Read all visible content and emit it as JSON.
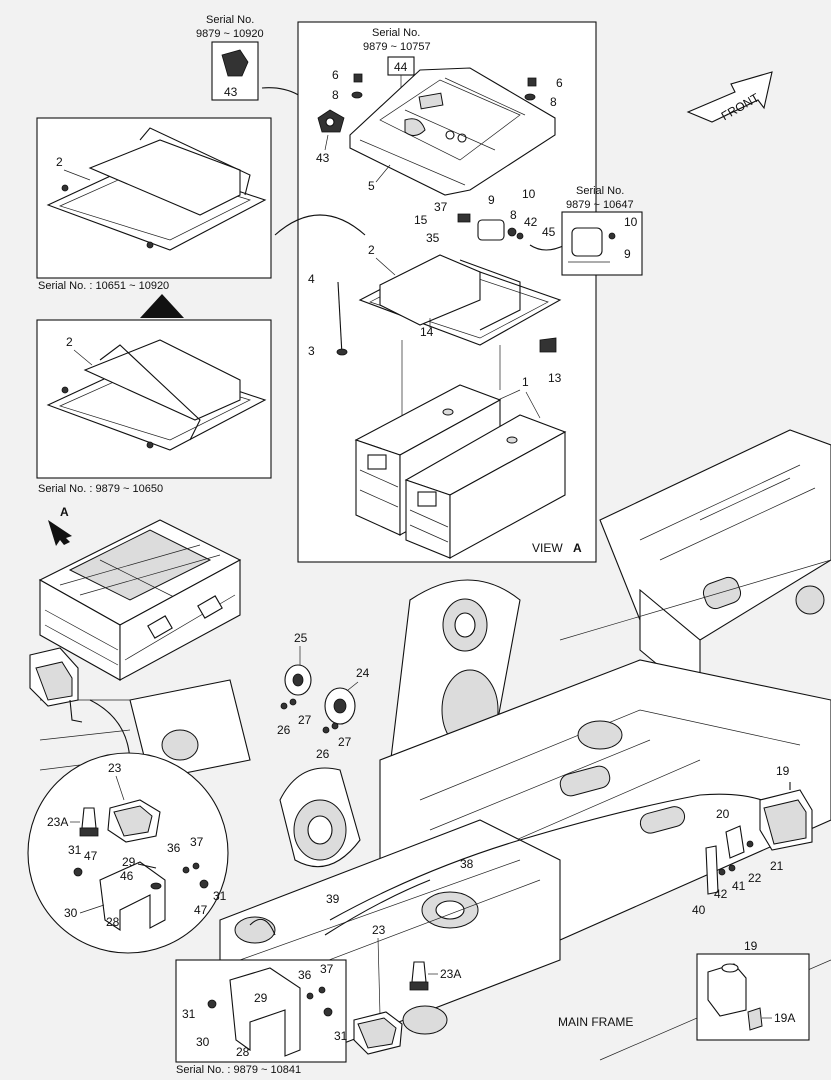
{
  "serials": {
    "s43": "Serial No.",
    "s43_range": "9879 ~ 10920",
    "s44": "Serial No.",
    "s44_range": "9879 ~ 10757",
    "s9": "Serial No.",
    "s9_range": "9879 ~ 10647",
    "frame_top": "Serial No. : 10651 ~ 10920",
    "frame_mid": "Serial No. : 9879 ~ 10650",
    "frame_bottom": "Serial No. : 9879 ~ 10841"
  },
  "labels": {
    "front": "FRONT",
    "view_a": "VIEW",
    "view_a_letter": "A",
    "arrow_a": "A",
    "main_frame": "MAIN FRAME"
  },
  "parts": {
    "p1": "1",
    "p2a": "2",
    "p2b": "2",
    "p2c": "2",
    "p3": "3",
    "p4": "4",
    "p5": "5",
    "p6a": "6",
    "p6b": "6",
    "p8a": "8",
    "p8b": "8",
    "p8c": "8",
    "p9a": "9",
    "p9b": "9",
    "p10a": "10",
    "p10b": "10",
    "p13": "13",
    "p14": "14",
    "p15": "15",
    "p35": "35",
    "p37a": "37",
    "p42a": "42",
    "p45": "45",
    "p43a": "43",
    "p43b": "43",
    "p44": "44",
    "p19a": "19",
    "p19b": "19",
    "p19A": "19A",
    "p20": "20",
    "p21": "21",
    "p22": "22",
    "p23a": "23",
    "p23b": "23",
    "p23Aa": "23A",
    "p23Ab": "23A",
    "p24": "24",
    "p25": "25",
    "p26a": "26",
    "p26b": "26",
    "p27a": "27",
    "p27b": "27",
    "p28a": "28",
    "p28b": "28",
    "p29a": "29",
    "p29b": "29",
    "p30a": "30",
    "p30b": "30",
    "p31a": "31",
    "p31b": "31",
    "p31c": "31",
    "p31d": "31",
    "p36a": "36",
    "p36b": "36",
    "p37b": "37",
    "p37c": "37",
    "p38": "38",
    "p39": "39",
    "p40": "40",
    "p41": "41",
    "p42b": "42",
    "p46": "46",
    "p47a": "47",
    "p47b": "47"
  }
}
